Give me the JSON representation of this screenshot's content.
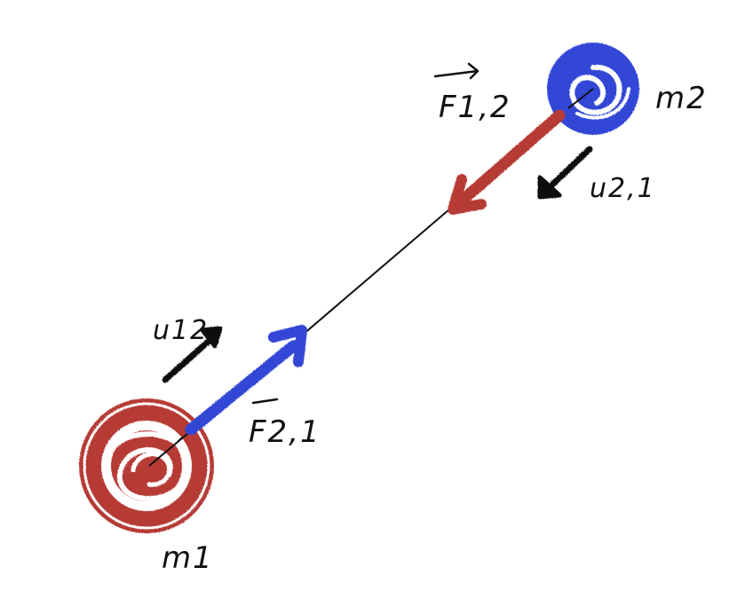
{
  "colors": {
    "mass_1": "#b63a35",
    "mass_2": "#3347d6",
    "ink": "#111111",
    "background": "#ffffff"
  },
  "labels": {
    "mass_1": "m1",
    "mass_2": "m2",
    "force_on_2_by_1": "F1,2",
    "force_on_1_by_2": "F2,1",
    "unit_vector_1_to_2": "u12",
    "unit_vector_2_to_1": "u2,1"
  }
}
